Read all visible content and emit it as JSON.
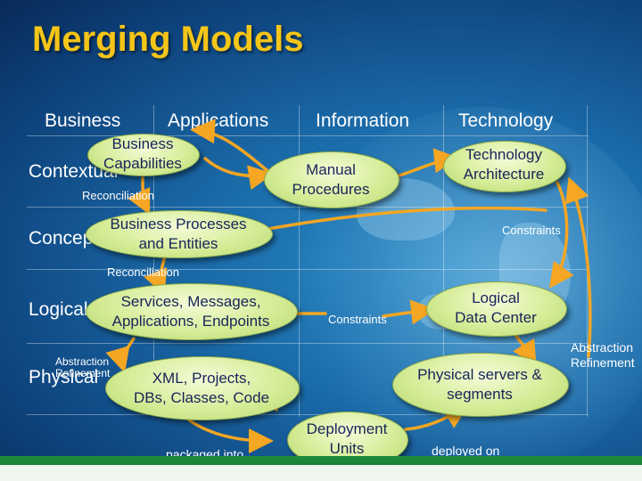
{
  "title": "Merging Models",
  "columns": [
    "Business",
    "Applications",
    "Information",
    "Technology"
  ],
  "rows": {
    "contextual": "Contextual",
    "conceptual": "Conceptual",
    "logical": "Logical",
    "physical": "Physical"
  },
  "nodes": {
    "business_capabilities": [
      "Business",
      "Capabilities"
    ],
    "manual_procedures": [
      "Manual",
      "Procedures"
    ],
    "technology_architecture": [
      "Technology",
      "Architecture"
    ],
    "business_processes": [
      "Business Processes",
      "and Entities"
    ],
    "services": [
      "Services, Messages,",
      "Applications, Endpoints"
    ],
    "logical_data_center": [
      "Logical",
      "Data Center"
    ],
    "xml_projects": [
      "XML, Projects,",
      "DBs, Classes, Code"
    ],
    "physical_servers": [
      "Physical servers &",
      "segments"
    ],
    "deployment_units": [
      "Deployment",
      "Units"
    ]
  },
  "labels": {
    "reconciliation_1": "Reconciliation",
    "reconciliation_2": "Reconciliation",
    "constraints_1": "Constraints",
    "constraints_2": "Constraints",
    "abstraction_left": [
      "Abstraction",
      "Refinement"
    ],
    "abstraction_right": [
      "Abstraction",
      "Refinement"
    ],
    "packaged_into": "packaged into",
    "deployed_on": "deployed on"
  },
  "colors": {
    "title": "#f5c518",
    "arrow": "#f5a623",
    "node_fill": "#d6ed98",
    "node_text": "#17245a",
    "background": "#1a6aa8"
  }
}
